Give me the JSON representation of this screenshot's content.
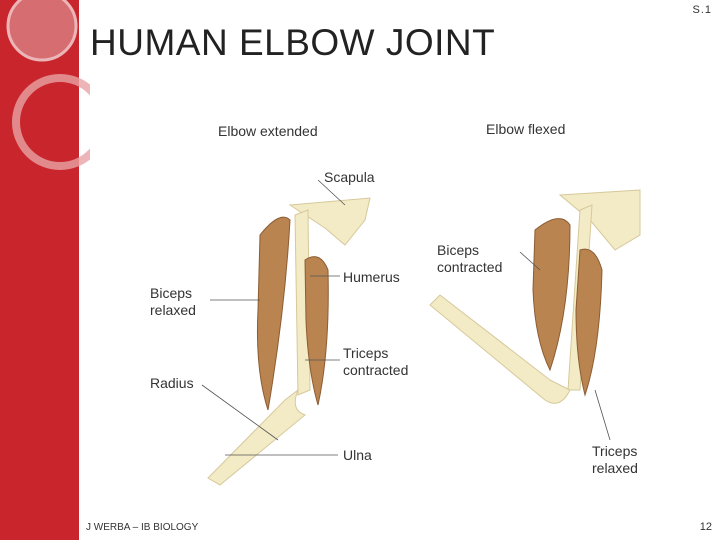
{
  "slide": {
    "corner_number": "S.1",
    "title": "HUMAN ELBOW JOINT",
    "footer_author": "J WERBA – IB BIOLOGY",
    "page_number": "12"
  },
  "figure": {
    "left_heading": "Elbow extended",
    "right_heading": "Elbow flexed",
    "labels": {
      "scapula": "Scapula",
      "humerus": "Humerus",
      "biceps_relaxed_1": "Biceps",
      "biceps_relaxed_2": "relaxed",
      "triceps_contracted_1": "Triceps",
      "triceps_contracted_2": "contracted",
      "radius": "Radius",
      "ulna": "Ulna",
      "biceps_contracted_1": "Biceps",
      "biceps_contracted_2": "contracted",
      "triceps_relaxed_1": "Triceps",
      "triceps_relaxed_2": "relaxed"
    }
  },
  "colors": {
    "sidebar": "#c8262c",
    "bone": "#f3ebc6",
    "muscle": "#b9844f"
  }
}
